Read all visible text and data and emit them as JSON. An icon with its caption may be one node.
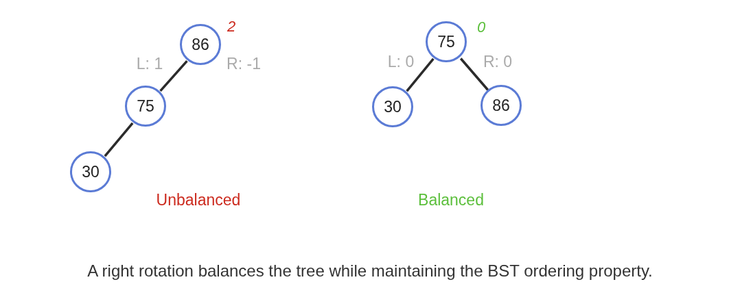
{
  "diagram": {
    "caption": "A right rotation balances the tree while maintaining the BST ordering property.",
    "nodes": [
      {
        "text": [
          "86"
        ],
        "beside": [
          "2"
        ]
      },
      {
        "text": [
          "75"
        ]
      },
      {
        "text": [
          "30"
        ]
      },
      {
        "text": [
          "75"
        ],
        "beside": [
          "0"
        ]
      },
      {
        "text": [
          "30"
        ]
      },
      {
        "text": [
          "86"
        ]
      }
    ],
    "edges": [
      {
        "from": 0,
        "to": 1,
        "arrow": "none"
      },
      {
        "from": 1,
        "to": 2,
        "arrow": "none"
      },
      {
        "from": 3,
        "to": 4,
        "arrow": "none"
      },
      {
        "from": 3,
        "to": 5,
        "arrow": "none"
      }
    ],
    "labels": [
      "L: 1",
      "R: -1",
      "L: 0",
      "R: 0",
      "Unbalanced",
      "Balanced"
    ]
  }
}
